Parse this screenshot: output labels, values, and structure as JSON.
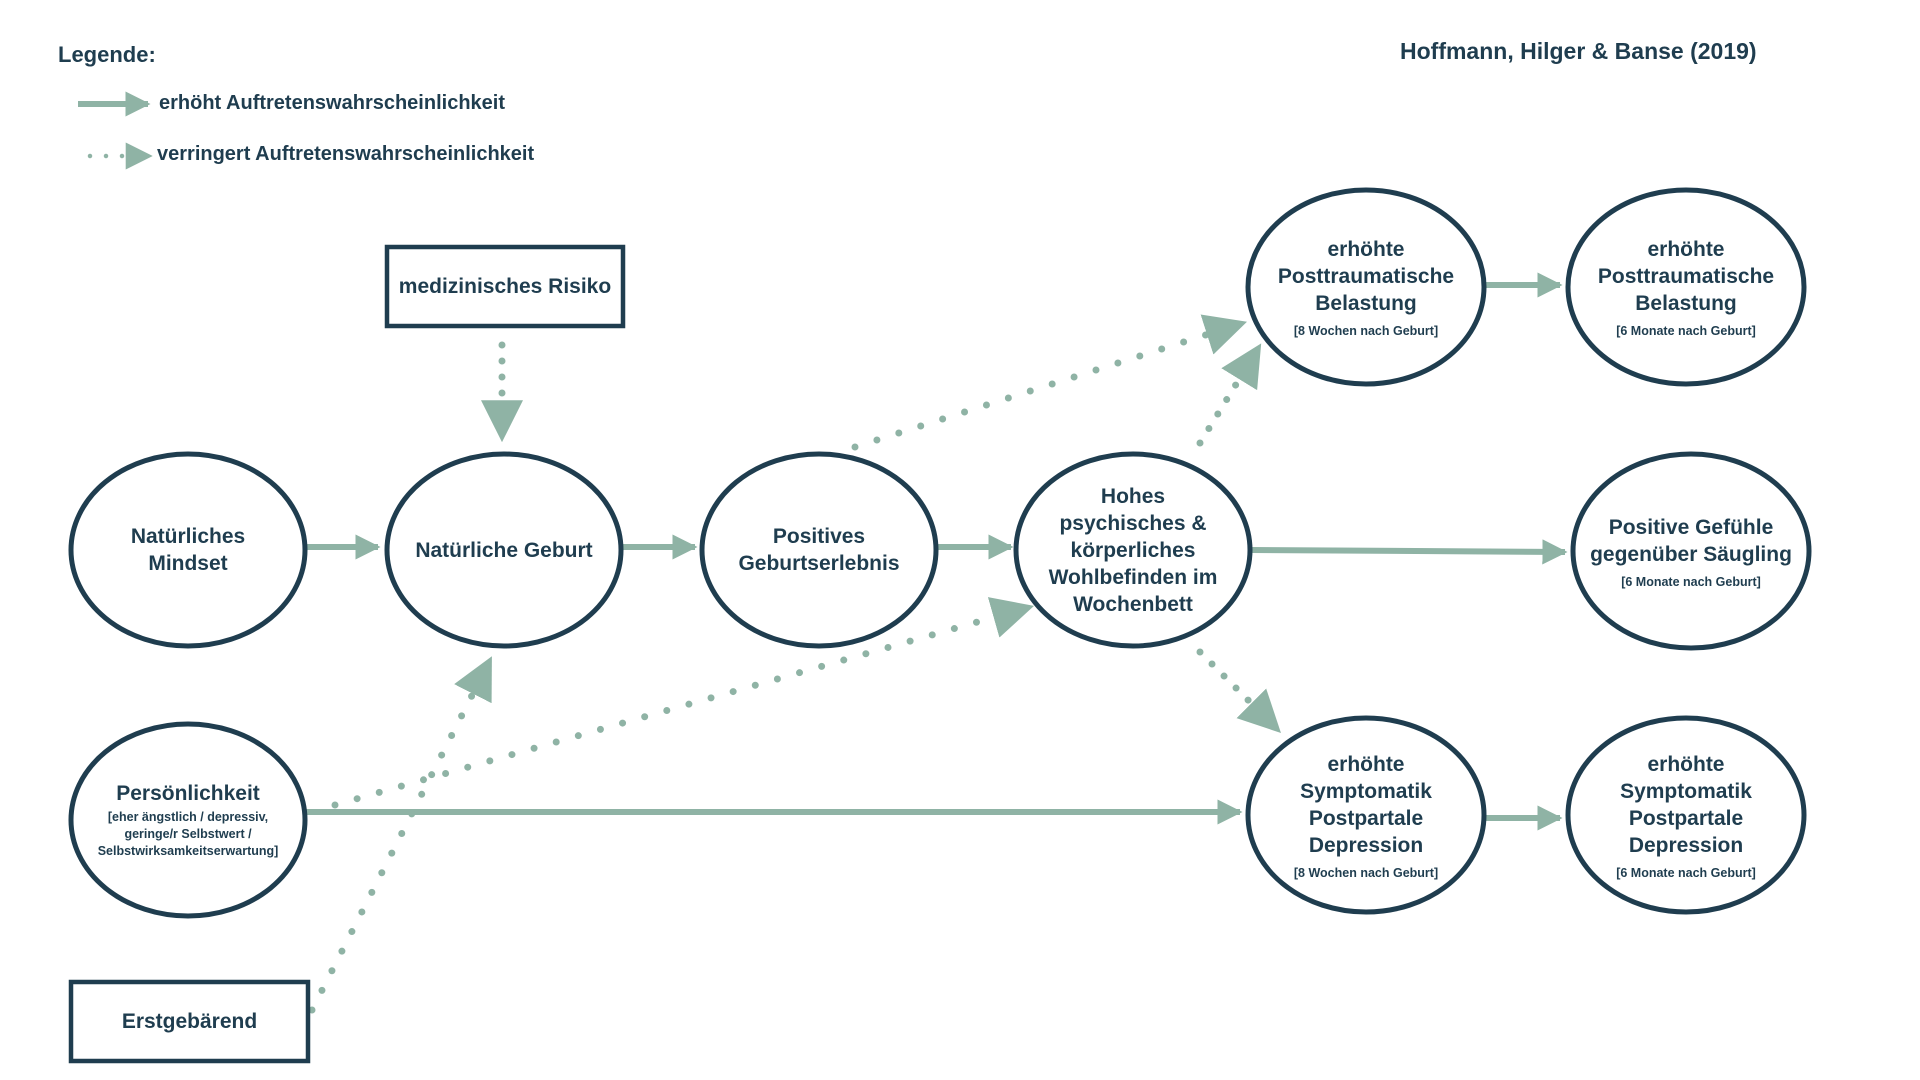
{
  "legend": {
    "title": "Legende:",
    "items": [
      {
        "type": "solid",
        "label": "erhöht Auftretenswahrscheinlichkeit"
      },
      {
        "type": "dotted",
        "label": "verringert Auftretenswahrscheinlichkeit"
      }
    ]
  },
  "citation": "Hoffmann, Hilger & Banse (2019)",
  "colors": {
    "node_border": "#1f3d4f",
    "text": "#1f3d4f",
    "arrow": "#8fb3a5"
  },
  "nodes": {
    "mindset": {
      "title": "Natürliches\nMindset",
      "sub": ""
    },
    "geburt": {
      "title": "Natürliche Geburt",
      "sub": ""
    },
    "risiko": {
      "title": "medizinisches Risiko",
      "sub": ""
    },
    "positives": {
      "title": "Positives\nGeburtserlebnis",
      "sub": ""
    },
    "wohlbefinden": {
      "title": "Hohes\npsychisches &\nkörperliches\nWohlbefinden im\nWochenbett",
      "sub": ""
    },
    "ptsd8": {
      "title": "erhöhte\nPosttraumatische\nBelastung",
      "sub": "[8 Wochen nach Geburt]"
    },
    "ptsd6": {
      "title": "erhöhte\nPosttraumatische\nBelastung",
      "sub": "[6 Monate nach Geburt]"
    },
    "gefuehle": {
      "title": "Positive Gefühle\ngegenüber Säugling",
      "sub": "[6 Monate nach Geburt]"
    },
    "persoenlichkeit": {
      "title": "Persönlichkeit",
      "sub": "[eher ängstlich / depressiv,\ngeringe/r Selbstwert /\nSelbstwirksamkeitserwartung]"
    },
    "ppd8": {
      "title": "erhöhte\nSymptomatik\nPostpartale\nDepression",
      "sub": "[8 Wochen nach Geburt]"
    },
    "ppd6": {
      "title": "erhöhte\nSymptomatik\nPostpartale\nDepression",
      "sub": "[6 Monate nach Geburt]"
    },
    "erstgebaerend": {
      "title": "Erstgebärend",
      "sub": ""
    }
  },
  "edges": [
    {
      "from": "Natürliches Mindset",
      "to": "Natürliche Geburt",
      "type": "solid"
    },
    {
      "from": "Natürliche Geburt",
      "to": "Positives Geburtserlebnis",
      "type": "solid"
    },
    {
      "from": "Positives Geburtserlebnis",
      "to": "Hohes psychisches & körperliches Wohlbefinden im Wochenbett",
      "type": "solid"
    },
    {
      "from": "Hohes psychisches & körperliches Wohlbefinden im Wochenbett",
      "to": "Positive Gefühle gegenüber Säugling",
      "type": "solid"
    },
    {
      "from": "erhöhte Posttraumatische Belastung [8 Wochen nach Geburt]",
      "to": "erhöhte Posttraumatische Belastung [6 Monate nach Geburt]",
      "type": "solid"
    },
    {
      "from": "erhöhte Symptomatik Postpartale Depression [8 Wochen nach Geburt]",
      "to": "erhöhte Symptomatik Postpartale Depression [6 Monate nach Geburt]",
      "type": "solid"
    },
    {
      "from": "Persönlichkeit",
      "to": "erhöhte Symptomatik Postpartale Depression [8 Wochen nach Geburt]",
      "type": "solid"
    },
    {
      "from": "medizinisches Risiko",
      "to": "Natürliche Geburt",
      "type": "dotted"
    },
    {
      "from": "Positives Geburtserlebnis",
      "to": "erhöhte Posttraumatische Belastung [8 Wochen nach Geburt]",
      "type": "dotted"
    },
    {
      "from": "Hohes psychisches & körperliches Wohlbefinden im Wochenbett",
      "to": "erhöhte Posttraumatische Belastung [8 Wochen nach Geburt]",
      "type": "dotted"
    },
    {
      "from": "Hohes psychisches & körperliches Wohlbefinden im Wochenbett",
      "to": "erhöhte Symptomatik Postpartale Depression [8 Wochen nach Geburt]",
      "type": "dotted"
    },
    {
      "from": "Persönlichkeit",
      "to": "Hohes psychisches & körperliches Wohlbefinden im Wochenbett",
      "type": "dotted"
    },
    {
      "from": "Erstgebärend",
      "to": "Natürliche Geburt",
      "type": "dotted"
    }
  ]
}
